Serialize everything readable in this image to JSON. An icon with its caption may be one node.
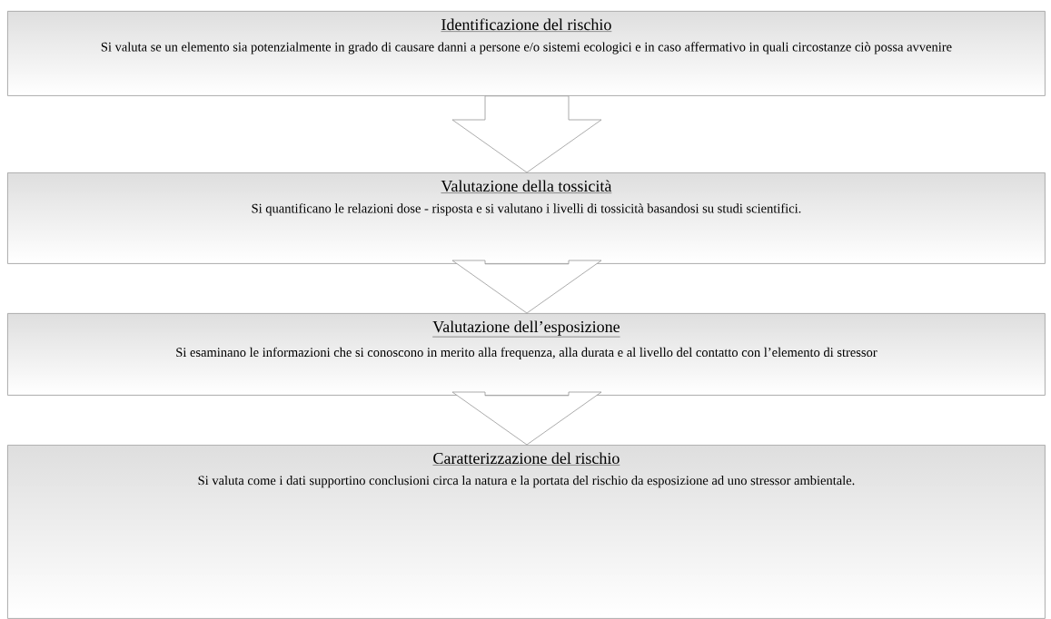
{
  "diagram": {
    "nodes": [
      {
        "text": [
          "Identificazione del rischio",
          "Si valuta se un elemento sia potenzialmente in grado di causare danni a persone e/o sistemi ecologici e in caso affermativo in quali circostanze ciò possa avvenire"
        ]
      },
      {
        "text": [
          "Valutazione della tossicità",
          "Si quantificano le relazioni dose - risposta e si valutano i livelli di tossicità basandosi su studi scientifici."
        ]
      },
      {
        "text": [
          "Valutazione dell’esposizione",
          "Si esaminano le informazioni che si conoscono in merito alla frequenza, alla durata e al livello del contatto con l’elemento di stressor"
        ]
      },
      {
        "text": [
          "Caratterizzazione del rischio",
          "Si valuta come i dati supportino conclusioni circa la natura e la portata del rischio da esposizione ad uno stressor ambientale."
        ]
      }
    ],
    "edges": [
      {
        "from": 0,
        "to": 1,
        "arrow": "to"
      },
      {
        "from": 1,
        "to": 2,
        "arrow": "to"
      },
      {
        "from": 2,
        "to": 3,
        "arrow": "to"
      }
    ]
  }
}
